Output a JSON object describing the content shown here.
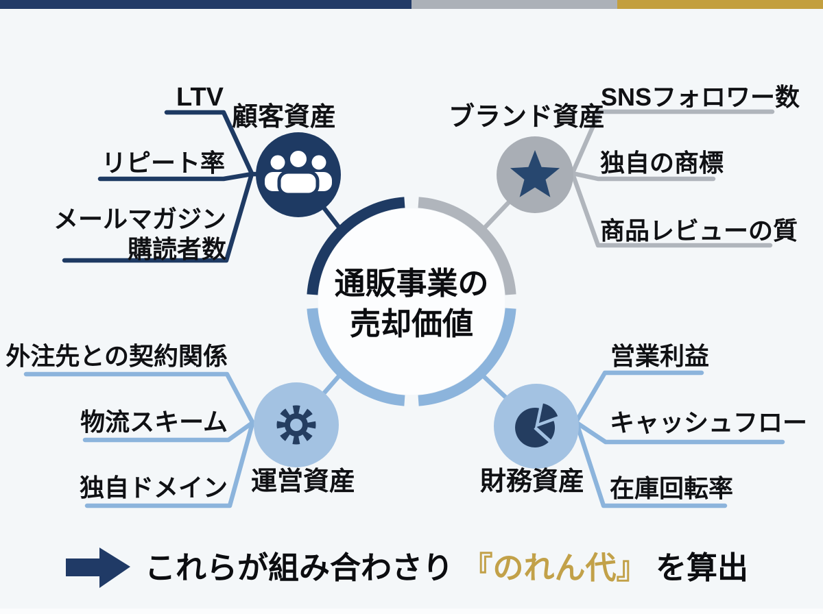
{
  "top_bar": {
    "colors": [
      "#223a67",
      "#acb1b8",
      "#c39f3e"
    ]
  },
  "center": {
    "title": "通販事業の\n売却価値"
  },
  "branches": {
    "customer": {
      "label": "顧客資産",
      "icon": "people-icon",
      "accent": "#1e3a63",
      "items": [
        "LTV",
        "リピート率",
        "メールマガジン\n購読者数"
      ]
    },
    "brand": {
      "label": "ブランド資産",
      "icon": "star-icon",
      "accent": "#b0b5bc",
      "items": [
        "SNSフォロワー数",
        "独自の商標",
        "商品レビューの質"
      ]
    },
    "operations": {
      "label": "運営資産",
      "icon": "gear-icon",
      "accent": "#8cb4dc",
      "items": [
        "外注先との契約関係",
        "物流スキーム",
        "独自ドメイン"
      ]
    },
    "finance": {
      "label": "財務資産",
      "icon": "pie-chart-icon",
      "accent": "#8cb4dc",
      "items": [
        "営業利益",
        "キャッシュフロー",
        "在庫回転率"
      ]
    }
  },
  "footer": {
    "lead": "これらが組み合わさり ",
    "highlight": "『のれん代』",
    "tail": " を算出",
    "highlight_color": "#c2a149"
  },
  "colors": {
    "navy": "#1e3a63",
    "gray_line": "#b0b5bc",
    "gray_fill": "#a9aeb5",
    "light_blue_line": "#8cb4dc",
    "light_blue_fill": "#a3c2e2",
    "icon_navy": "#243d60",
    "gold": "#c2a149",
    "background": "#f4f7f9"
  }
}
